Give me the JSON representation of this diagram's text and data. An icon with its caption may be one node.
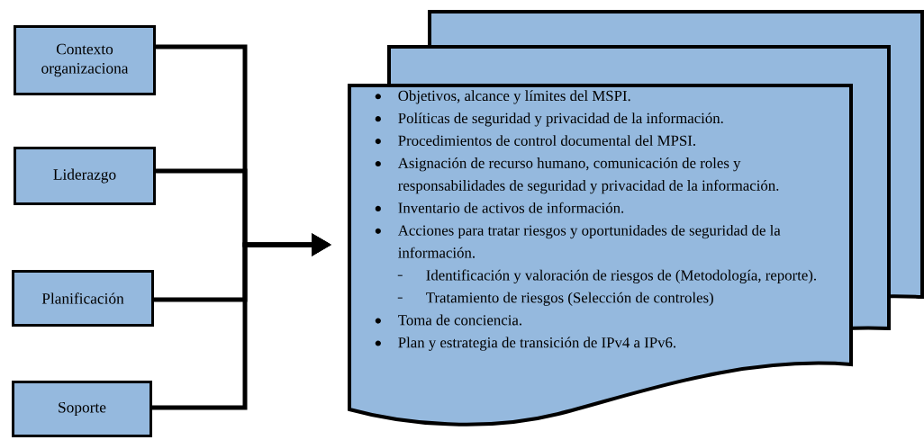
{
  "diagram": {
    "nodes": [
      {
        "text": [
          "Contexto organizaciona"
        ]
      },
      {
        "text": [
          "Liderazgo"
        ]
      },
      {
        "text": [
          "Planificación"
        ]
      },
      {
        "text": [
          "Soporte"
        ]
      },
      {
        "text": [
          "Objetivos, alcance y límites del MSPI.",
          "Políticas de seguridad y privacidad de la información.",
          "Procedimientos de control documental del MPSI.",
          "Asignación de recurso humano, comunicación de roles y responsabilidades de seguridad y privacidad de la información.",
          "Inventario de activos de información.",
          "Acciones para tratar riesgos y oportunidades de seguridad de la información.",
          "Identificación y valoración de riesgos de (Metodología, reporte).",
          "Tratamiento de riesgos (Selección de controles)",
          "Toma de conciencia.",
          "Plan y estrategia de transición de IPv4 a IPv6."
        ]
      }
    ],
    "edges": [
      {
        "from": 0,
        "to": 4,
        "arrow": "to"
      },
      {
        "from": 1,
        "to": 4,
        "arrow": "to"
      },
      {
        "from": 2,
        "to": 4,
        "arrow": "to"
      },
      {
        "from": 3,
        "to": 4,
        "arrow": "to"
      }
    ]
  }
}
